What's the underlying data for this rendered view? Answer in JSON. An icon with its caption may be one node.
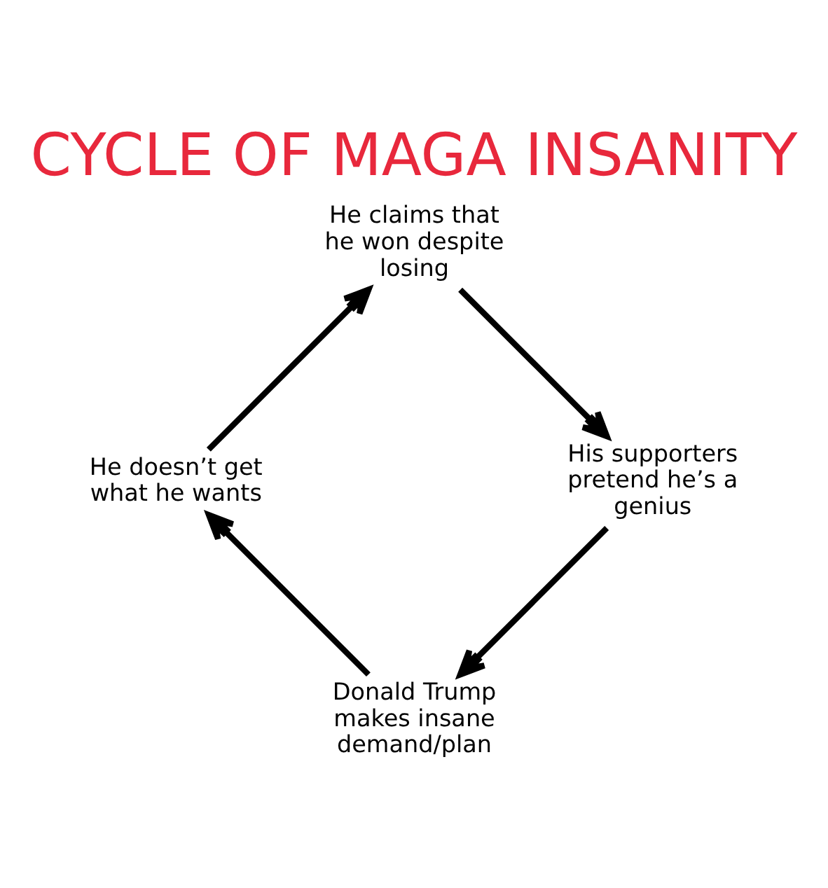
{
  "diagram": {
    "title": "CYCLE OF MAGA INSANITY",
    "nodes": [
      {
        "text": [
          "Donald Trump makes insane demand/plan"
        ]
      },
      {
        "text": [
          "He doesn’t get what he wants"
        ]
      },
      {
        "text": [
          "He claims that he won despite losing"
        ]
      },
      {
        "text": [
          "His supporters pretend he’s a genius"
        ]
      }
    ],
    "edges": [
      {
        "from": 0,
        "to": 1,
        "arrow": "to"
      },
      {
        "from": 1,
        "to": 2,
        "arrow": "to"
      },
      {
        "from": 2,
        "to": 3,
        "arrow": "to"
      },
      {
        "from": 3,
        "to": 0,
        "arrow": "to"
      }
    ]
  }
}
